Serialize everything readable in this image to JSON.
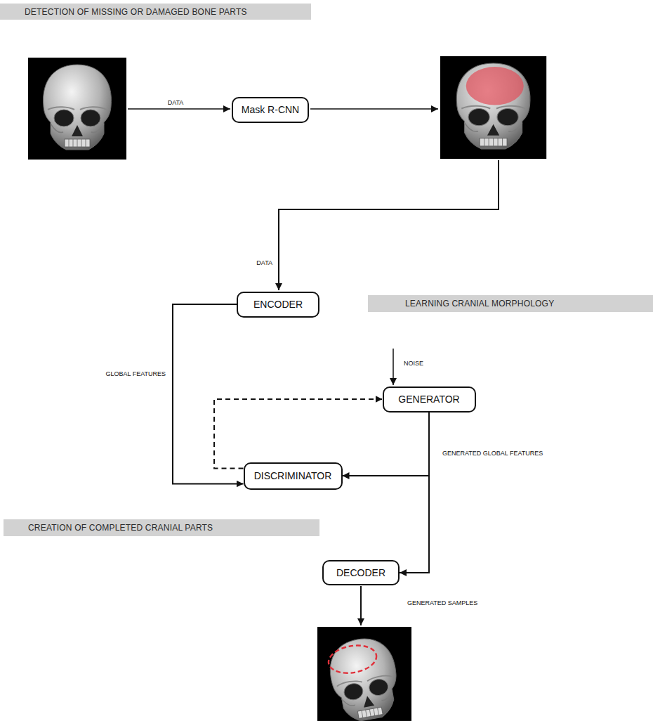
{
  "diagram": {
    "nodes": [
      {
        "text": [
          "DETECTION OF MISSING OR DAMAGED BONE PARTS"
        ]
      },
      {
        "text": [
          "Mask R-CNN"
        ]
      },
      {
        "text": [
          "ENCODER"
        ]
      },
      {
        "text": [
          "LEARNING CRANIAL MORPHOLOGY"
        ]
      },
      {
        "text": [
          "GENERATOR"
        ]
      },
      {
        "text": [
          "DISCRIMINATOR"
        ]
      },
      {
        "text": [
          "CREATION OF COMPLETED CRANIAL PARTS"
        ]
      },
      {
        "text": [
          "DECODER"
        ]
      }
    ],
    "edges": [
      {
        "from": 2,
        "to": 5,
        "label": "GLOBAL FEATURES",
        "arrow": "to"
      },
      {
        "from": 4,
        "to": 5,
        "label": "GENERATED GLOBAL FEATURES",
        "arrow": "to"
      },
      {
        "from": 5,
        "to": 4,
        "arrow": "to"
      },
      {
        "from": 4,
        "to": 7,
        "arrow": "to"
      }
    ],
    "labels": [
      "DATA",
      "DATA",
      "NOISE",
      "GENERATED SAMPLES"
    ]
  }
}
